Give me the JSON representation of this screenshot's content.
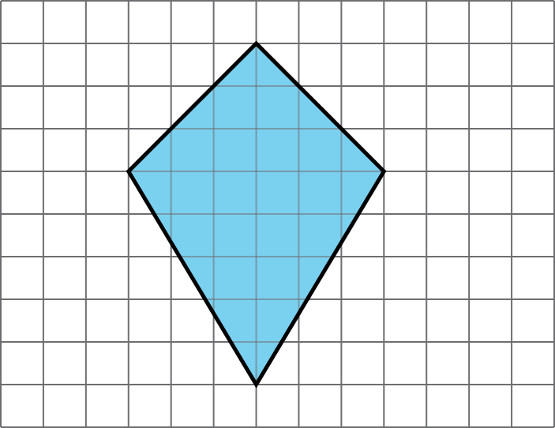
{
  "grid": {
    "columns": 13,
    "rows": 10,
    "line_color": "#6d6e71",
    "background": "#ffffff"
  },
  "shape": {
    "kind": "kite",
    "fill_color": "#7ad0ef",
    "stroke_color": "#000000",
    "vertices": [
      {
        "name": "top",
        "col": 6,
        "row": 1
      },
      {
        "name": "right",
        "col": 9,
        "row": 4
      },
      {
        "name": "bottom",
        "col": 6,
        "row": 9
      },
      {
        "name": "left",
        "col": 3,
        "row": 4
      }
    ]
  }
}
